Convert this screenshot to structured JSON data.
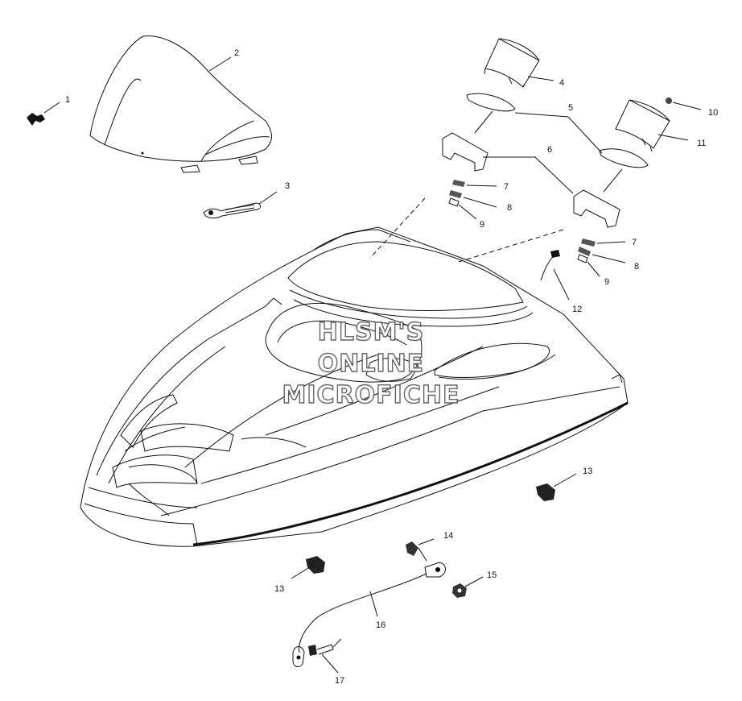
{
  "watermark": [
    "HLSM'S",
    "ONLINE",
    "MICROFICHE"
  ],
  "callouts": {
    "c1": "1",
    "c2": "2",
    "c3": "3",
    "c4": "4",
    "c5": "5",
    "c6": "6",
    "c7a": "7",
    "c7b": "7",
    "c8a": "8",
    "c8b": "8",
    "c9a": "9",
    "c9b": "9",
    "c10": "10",
    "c11": "11",
    "c12": "12",
    "c13a": "13",
    "c13b": "13",
    "c14": "14",
    "c15": "15",
    "c16": "16",
    "c17": "17"
  },
  "colors": {
    "line": "#111111",
    "background": "#ffffff"
  }
}
